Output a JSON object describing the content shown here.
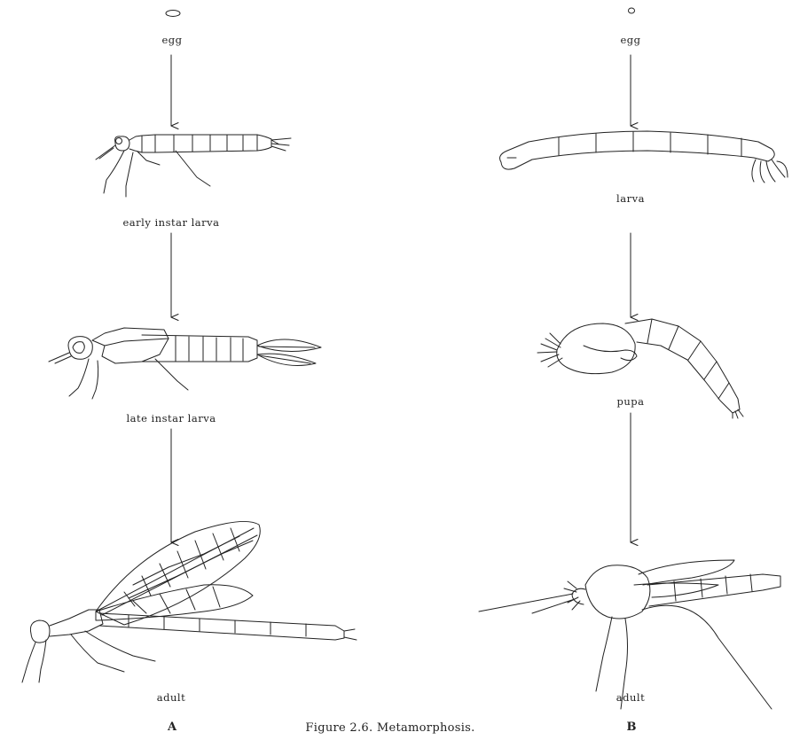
{
  "figure": {
    "caption": "Figure 2.6.  Metamorphosis."
  },
  "panel_a": {
    "panel_label": "A",
    "stages": {
      "egg": "egg",
      "early_larva": "early instar larva",
      "late_larva": "late instar larva",
      "adult": "adult"
    }
  },
  "panel_b": {
    "panel_label": "B",
    "stages": {
      "egg": "egg",
      "larva": "larva",
      "pupa": "pupa",
      "adult": "adult"
    }
  },
  "colors": {
    "ink": "#222222",
    "paper": "#ffffff"
  }
}
